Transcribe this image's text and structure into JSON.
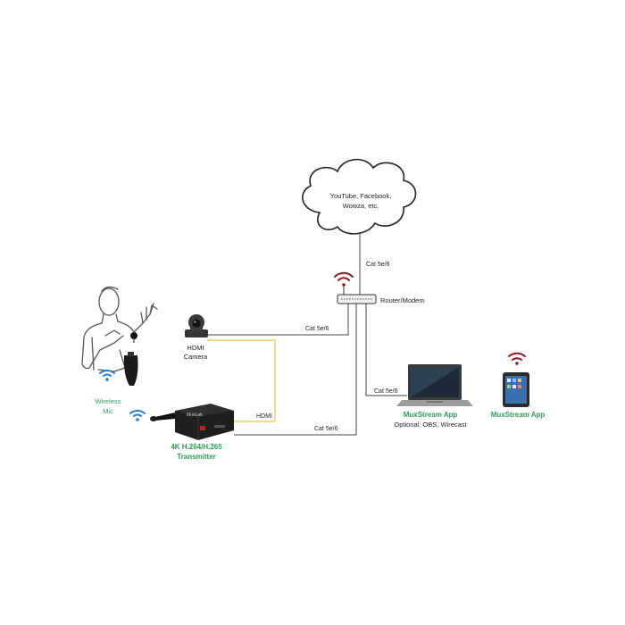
{
  "cloud": {
    "line1": "YouTube, Facebook,",
    "line2": "Wowza, etc."
  },
  "router": {
    "label": "Router/Modem"
  },
  "cables": {
    "cloud_to_router": "Cat 5e/6",
    "camera_to_router": "Cat 5e/6",
    "router_to_laptop": "Cat 5e/6",
    "transmitter_to_router": "Cat 5e/6",
    "camera_to_transmitter": "HDMI"
  },
  "camera": {
    "line1": "HDMI",
    "line2": "Camera"
  },
  "mic": {
    "line1": "Wireless",
    "line2": "Mic"
  },
  "transmitter": {
    "line1": "4K H.264/H.265",
    "line2": "Transmitter",
    "brand": "MuxLab"
  },
  "laptop": {
    "title": "MuxStream App",
    "subtitle": "Optional: OBS, Wirecast"
  },
  "tablet": {
    "title": "MuxStream App"
  },
  "colors": {
    "green": "#2e9c56",
    "wifi_red": "#8b1a1a",
    "wifi_blue": "#2a7fc9",
    "hdmi_yellow": "#e6c84a",
    "cable": "#444444"
  }
}
